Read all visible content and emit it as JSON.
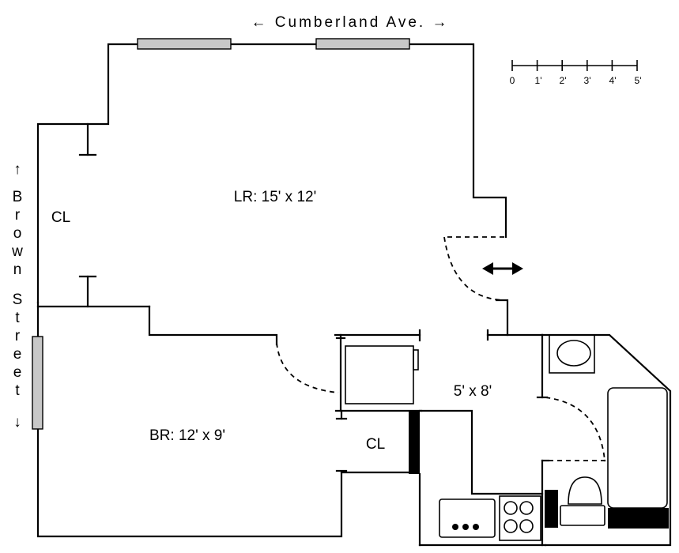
{
  "streets": {
    "top": "← Cumberland Ave. →",
    "left_arrow_up": "↑",
    "left_letters": [
      "B",
      "r",
      "o",
      "w",
      "n",
      "",
      "S",
      "t",
      "r",
      "e",
      "e",
      "t"
    ],
    "left_arrow_down": "↓"
  },
  "rooms": {
    "living": "LR: 15' x 12'",
    "bedroom": "BR: 12' x 9'",
    "closet_left": "CL",
    "closet_bottom": "CL",
    "foyer": "5' x 8'"
  },
  "scale": {
    "ticks": [
      "0",
      "1'",
      "2'",
      "3'",
      "4'",
      "5'"
    ]
  },
  "colors": {
    "wall": "#000000",
    "window": "#c8c8c8"
  }
}
